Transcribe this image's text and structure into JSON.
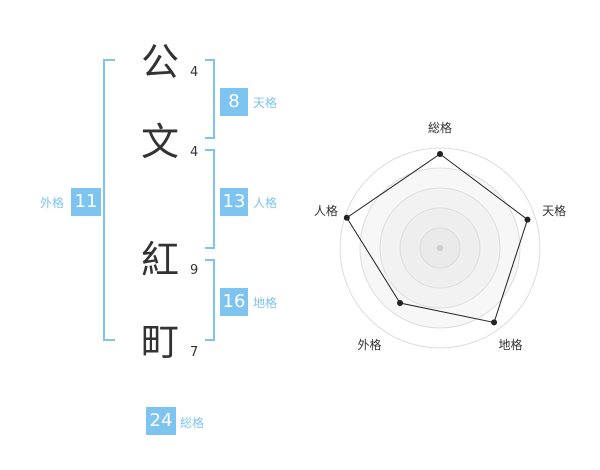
{
  "colors": {
    "accent": "#7ec4f0",
    "text": "#333333",
    "label": "#7ec4f0"
  },
  "name": {
    "characters": [
      {
        "char": "公",
        "strokes": "4"
      },
      {
        "char": "文",
        "strokes": "4"
      },
      {
        "char": "紅",
        "strokes": "9"
      },
      {
        "char": "町",
        "strokes": "7"
      }
    ]
  },
  "fortunes": {
    "tenkaku": {
      "value": "8",
      "label": "天格"
    },
    "jinkaku": {
      "value": "13",
      "label": "人格"
    },
    "chikaku": {
      "value": "16",
      "label": "地格"
    },
    "gaikaku": {
      "value": "11",
      "label": "外格"
    },
    "soukaku": {
      "value": "24",
      "label": "総格"
    }
  },
  "chart_data": {
    "type": "radar",
    "axes": [
      "総格",
      "天格",
      "地格",
      "外格",
      "人格"
    ],
    "values": [
      0.94,
      0.92,
      0.92,
      0.68,
      0.98
    ],
    "max": 1,
    "rings": 5
  }
}
